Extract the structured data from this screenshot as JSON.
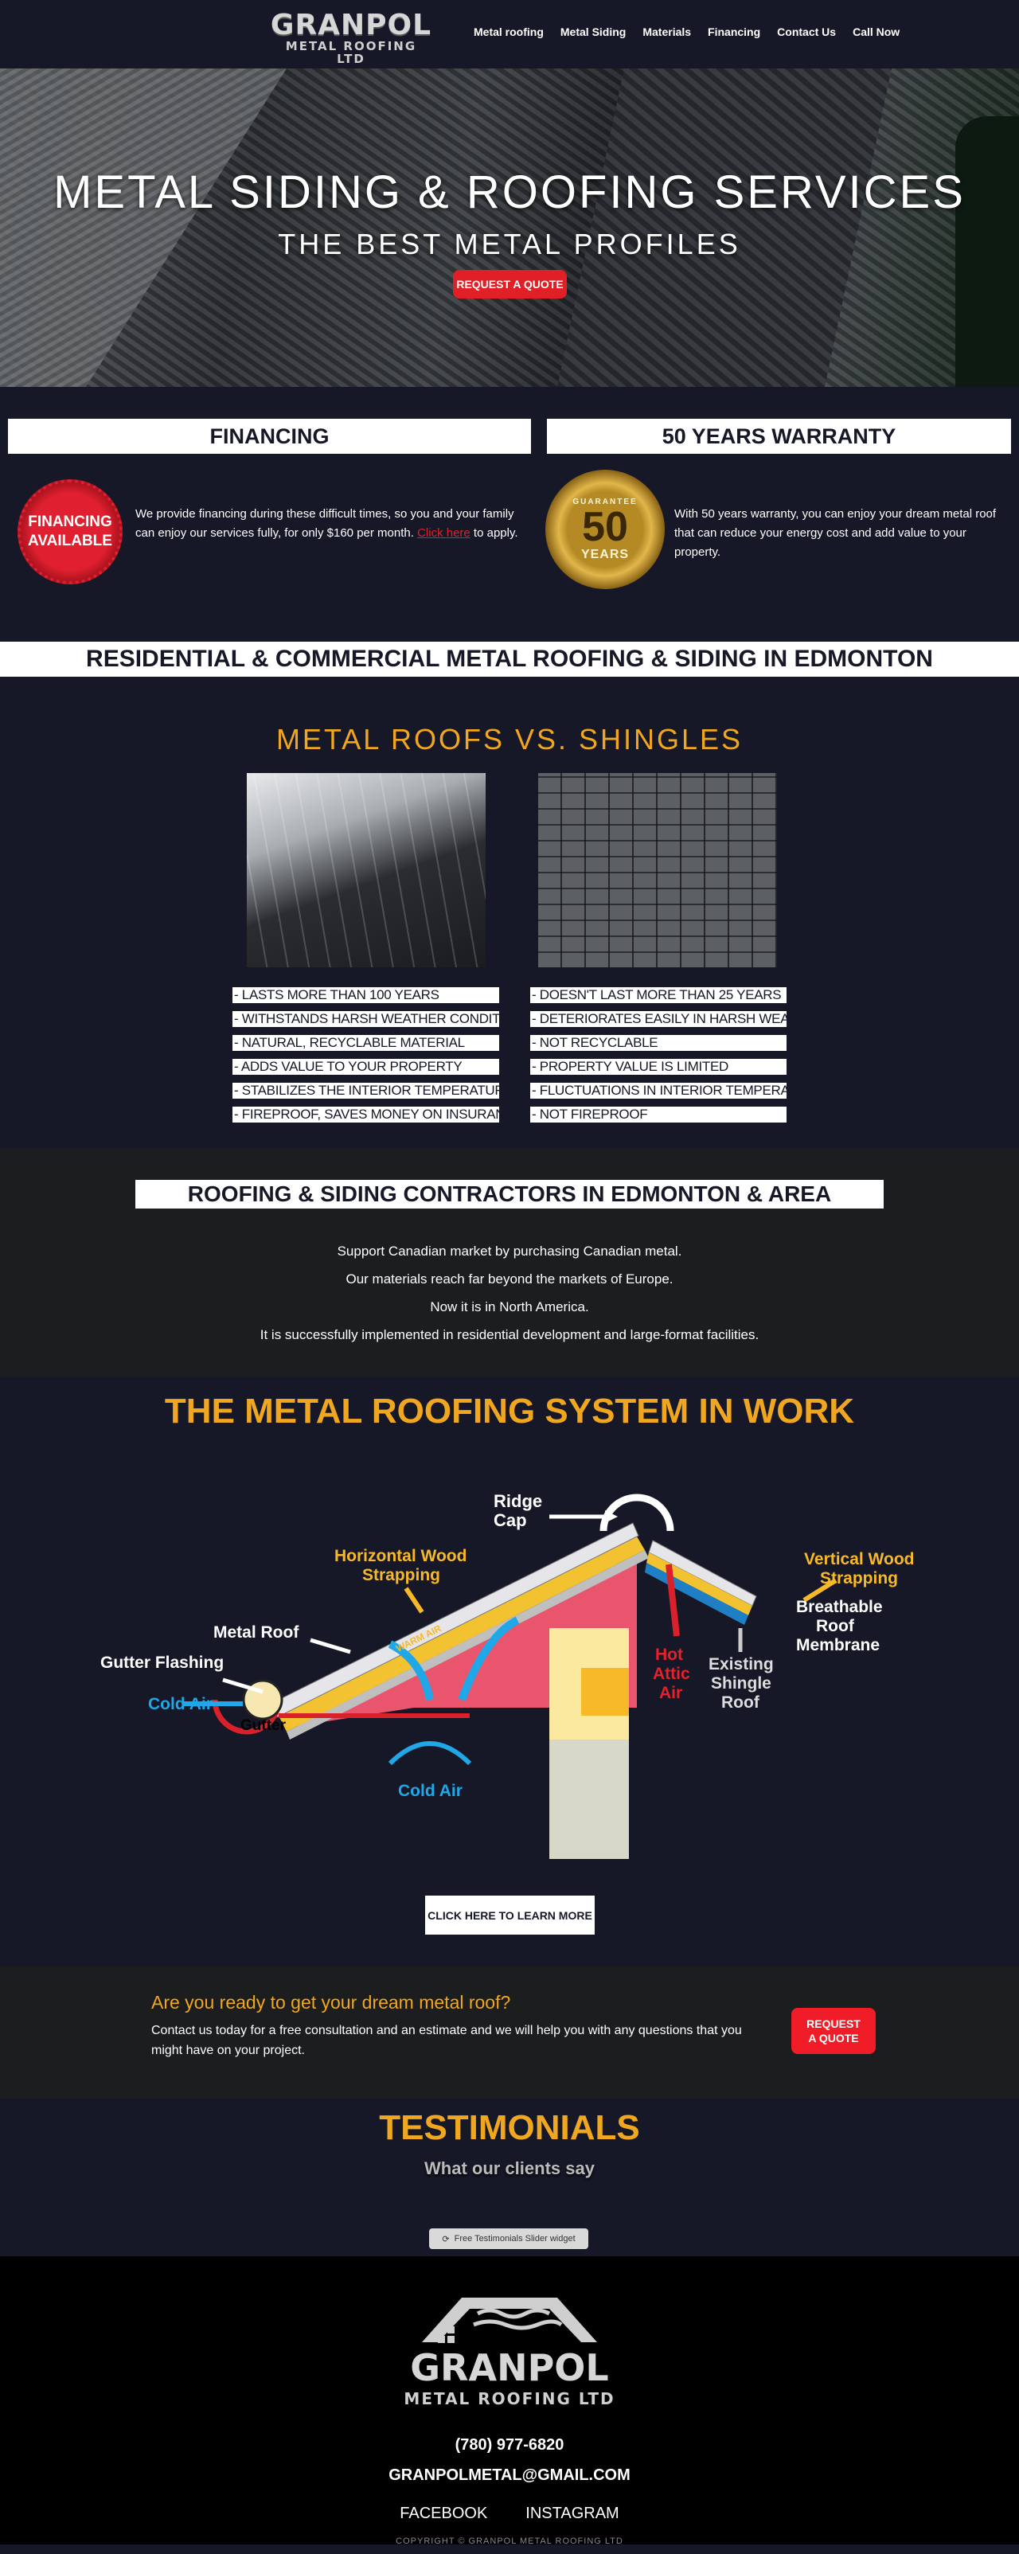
{
  "header": {
    "logo_line1": "GRANPOL",
    "logo_line2": "METAL ROOFING LTD",
    "nav": [
      "Metal roofing",
      "Metal Siding",
      "Materials",
      "Financing",
      "Contact Us",
      "Call Now"
    ]
  },
  "hero": {
    "title": "METAL SIDING & ROOFING SERVICES",
    "subtitle": "THE BEST METAL PROFILES",
    "button": "REQUEST A QUOTE"
  },
  "financing": {
    "heading": "FINANCING",
    "badge_line1": "FINANCING",
    "badge_line2": "AVAILABLE",
    "text_before": "We provide financing during these difficult times, so you and your family can enjoy our services fully, for only $160 per month. ",
    "link": "Click here",
    "text_after": " to apply."
  },
  "warranty": {
    "heading": "50 YEARS WARRANTY",
    "badge_top": "GUARANTEE",
    "badge_number": "50",
    "badge_bottom": "YEARS",
    "text": "With 50 years warranty, you can enjoy your dream metal roof that can reduce your energy cost and add value to your property."
  },
  "residential_banner": "RESIDENTIAL & COMMERCIAL METAL ROOFING & SIDING IN EDMONTON",
  "comparison": {
    "title": "METAL ROOFS VS. SHINGLES",
    "metal_points": [
      "- LASTS MORE THAN 100 YEARS",
      "- WITHSTANDS HARSH WEATHER CONDITIONS",
      "- NATURAL, RECYCLABLE MATERIAL",
      "- ADDS VALUE TO YOUR PROPERTY",
      "- STABILIZES THE INTERIOR TEMPERATURE",
      "- FIREPROOF, SAVES MONEY ON INSURANCE"
    ],
    "shingle_points": [
      "- DOESN'T LAST MORE THAN 25 YEARS",
      "- DETERIORATES EASILY IN HARSH WEATHER",
      "- NOT RECYCLABLE",
      "- PROPERTY VALUE IS LIMITED",
      "- FLUCTUATIONS IN INTERIOR TEMPERATURE",
      "- NOT FIREPROOF"
    ]
  },
  "contractors": {
    "heading": "ROOFING & SIDING CONTRACTORS IN EDMONTON & AREA",
    "lines": [
      "Support Canadian market by purchasing Canadian metal.",
      "Our materials reach far beyond the markets of  Europe.",
      "Now it is in North America.",
      "It is successfully implemented in residential development and large-format facilities."
    ]
  },
  "system": {
    "title": "THE METAL ROOFING SYSTEM IN WORK",
    "labels": {
      "ridge_1": "Ridge",
      "ridge_2": "Cap",
      "hws_1": "Horizontal Wood",
      "hws_2": "Strapping",
      "vws_1": "Vertical Wood",
      "vws_2": "Strapping",
      "metal_roof": "Metal Roof",
      "gutter_flashing": "Gutter Flashing",
      "cold_air_left": "Cold Air",
      "gutter": "Gutter",
      "cold_air_bottom": "Cold Air",
      "hot_1": "Hot",
      "hot_2": "Attic",
      "hot_3": "Air",
      "existing_1": "Existing",
      "existing_2": "Shingle",
      "existing_3": "Roof",
      "brm_1": "Breathable",
      "brm_2": "Roof",
      "brm_3": "Membrane",
      "warm_text": "WARM AIR"
    },
    "button": "CLICK HERE TO LEARN MORE"
  },
  "cta": {
    "heading": "Are you ready to get your dream metal roof?",
    "text": "Contact us today for a free consultation and an estimate and we will help you with any questions that you might have on your project.",
    "button_line1": "REQUEST",
    "button_line2": "A QUOTE"
  },
  "testimonials": {
    "title": "TESTIMONIALS",
    "subtitle": "What our clients say",
    "widget": "Free Testimonials Slider widget"
  },
  "footer": {
    "logo_line1": "GRANPOL",
    "logo_line2": "METAL ROOFING LTD",
    "phone": "(780) 977-6820",
    "email": "GRANPOLMETAL@GMAIL.COM",
    "links": [
      "FACEBOOK",
      "INSTAGRAM"
    ],
    "copyright": "COPYRIGHT © GRANPOL METAL ROOFING LTD"
  },
  "colors": {
    "background": "#161827",
    "accent_orange": "#f0a71f",
    "accent_red": "#e01f26",
    "band": "#1c1d1f"
  }
}
